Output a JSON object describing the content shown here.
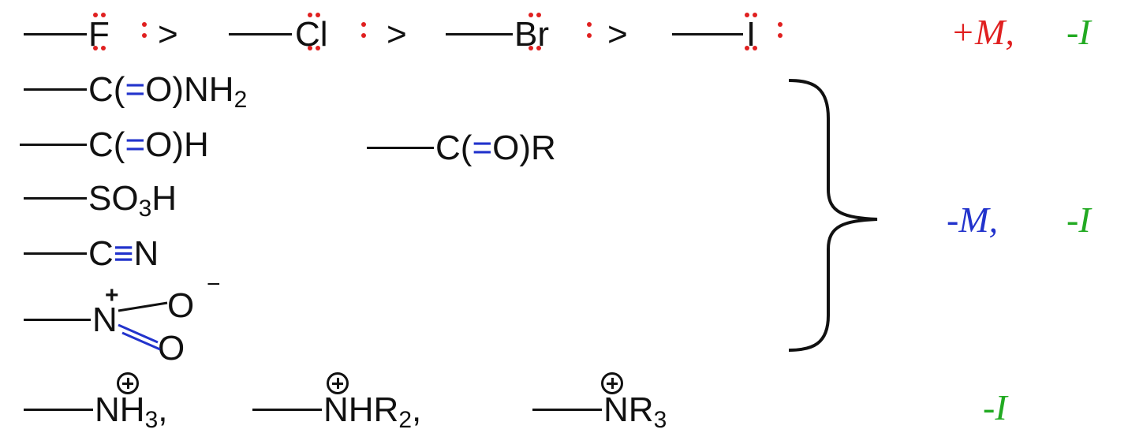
{
  "row1": {
    "atoms": [
      "F",
      "Cl",
      "Br",
      "I"
    ],
    "gt": ">",
    "label_plus_m": "+M,",
    "label_minus_i": "-I"
  },
  "groups": {
    "amide": {
      "pre": "C(",
      "dbl": "=",
      "post": "O)NH",
      "sub": "2"
    },
    "acid": {
      "pre": "C(",
      "dbl": "=",
      "post": "O)H"
    },
    "ketone": {
      "pre": "C(",
      "dbl": "=",
      "post": "O)R"
    },
    "sulfonic": {
      "pre": "SO",
      "sub": "3",
      "post": "H"
    },
    "nitrile": {
      "pre": "C",
      "triple": "≡",
      "post": "N"
    },
    "nitro": {
      "n": "N",
      "plus": "+",
      "o1": "O",
      "minus": "−",
      "o2": "O"
    }
  },
  "label_minus_m": "-M,",
  "label_minus_i_2": "-I",
  "row_last": {
    "nh3": {
      "pre": "NH",
      "sub": "3",
      "post": ","
    },
    "nhr2": {
      "pre": "NHR",
      "sub": "2",
      "post": ","
    },
    "nr3": {
      "pre": "NR",
      "sub": "3"
    },
    "label": "-I"
  },
  "colors": {
    "plus_m": "#e02020",
    "minus_m": "#2233cc",
    "minus_i": "#22aa22",
    "double_bond": "#2233cc"
  }
}
